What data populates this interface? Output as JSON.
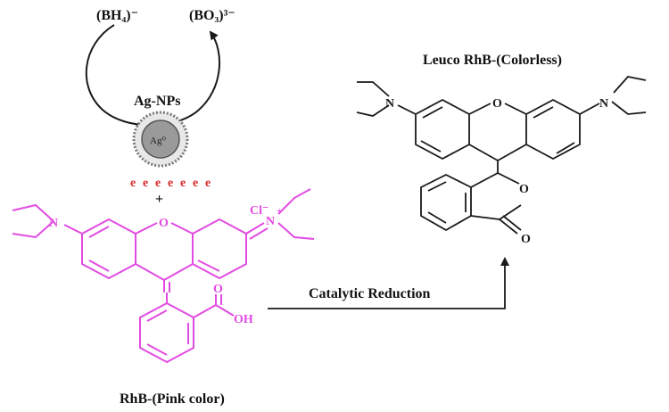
{
  "reaction": {
    "reagent_in": "(BH₄)⁻",
    "reagent_out": "(BO₃)³⁻",
    "catalyst": "Ag-NPs",
    "particle_core": "Ag⁰",
    "electrons": [
      "e",
      "e",
      "e",
      "e",
      "e",
      "e",
      "e"
    ],
    "plus": "+",
    "arrow_label": "Catalytic Reduction"
  },
  "reactant": {
    "name": "RhB-(Pink color)",
    "counter_ion": "Cl⁻",
    "atom_o": "O",
    "atom_n_left": "N",
    "atom_n_right": "N",
    "charge_plus": "+",
    "atom_oh": "OH",
    "atom_o_carbonyl": "O"
  },
  "product": {
    "name": "Leuco RhB-(Colorless)",
    "atom_o": "O",
    "atom_n_left": "N",
    "atom_n_right": "N",
    "atom_o_lactone": "O",
    "atom_o_carbonyl": "O"
  },
  "colors": {
    "rhb": "#e24be2",
    "electron": "#d92b2b",
    "line": "#1a1a1a",
    "particle": "#9a9a9a"
  }
}
